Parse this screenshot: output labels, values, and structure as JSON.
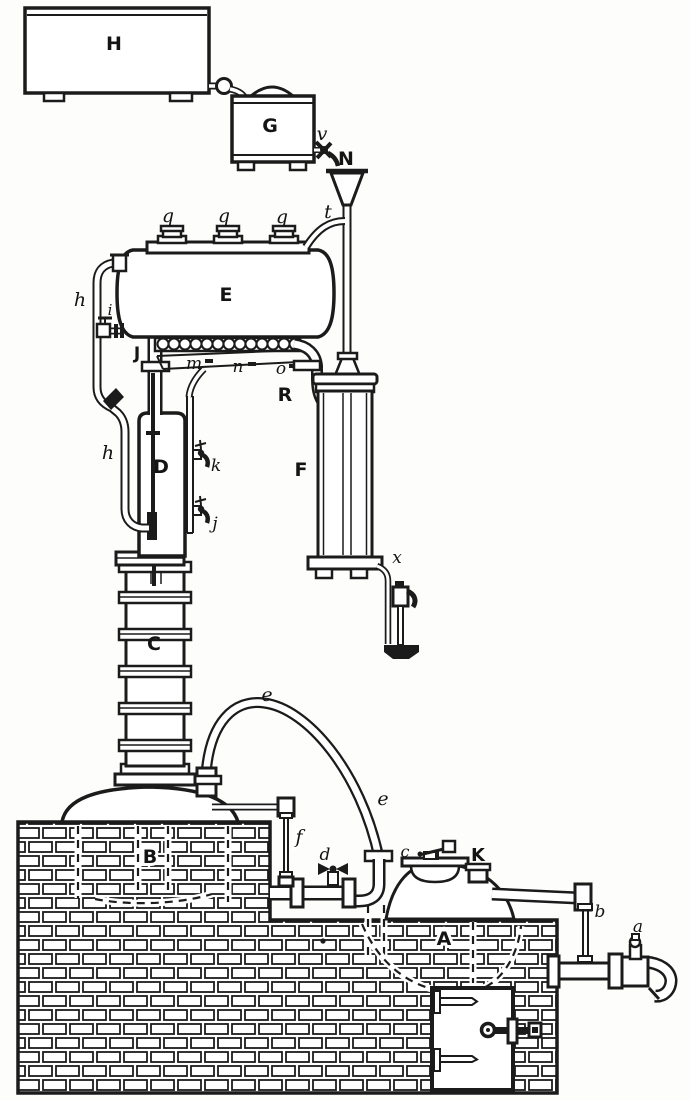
{
  "palette": {
    "ink": "#1b1b1b",
    "paper": "#fdfdfb"
  },
  "labels": {
    "H": "H",
    "G": "G",
    "v": "v",
    "N": "N",
    "t": "t",
    "q1": "q",
    "q2": "q",
    "q3": "q",
    "E": "E",
    "i": "i",
    "h_upper": "h",
    "h_lower": "h",
    "J": "J",
    "m": "m",
    "n": "n",
    "o": "o",
    "R": "R",
    "D": "D",
    "k": "k",
    "j": "j",
    "C": "C",
    "F": "F",
    "x": "x",
    "e_top": "e",
    "e_side": "e",
    "f": "f",
    "B": "B",
    "d": "d",
    "c": "c",
    "K": "K",
    "A": "A",
    "b": "b",
    "a": "a"
  }
}
